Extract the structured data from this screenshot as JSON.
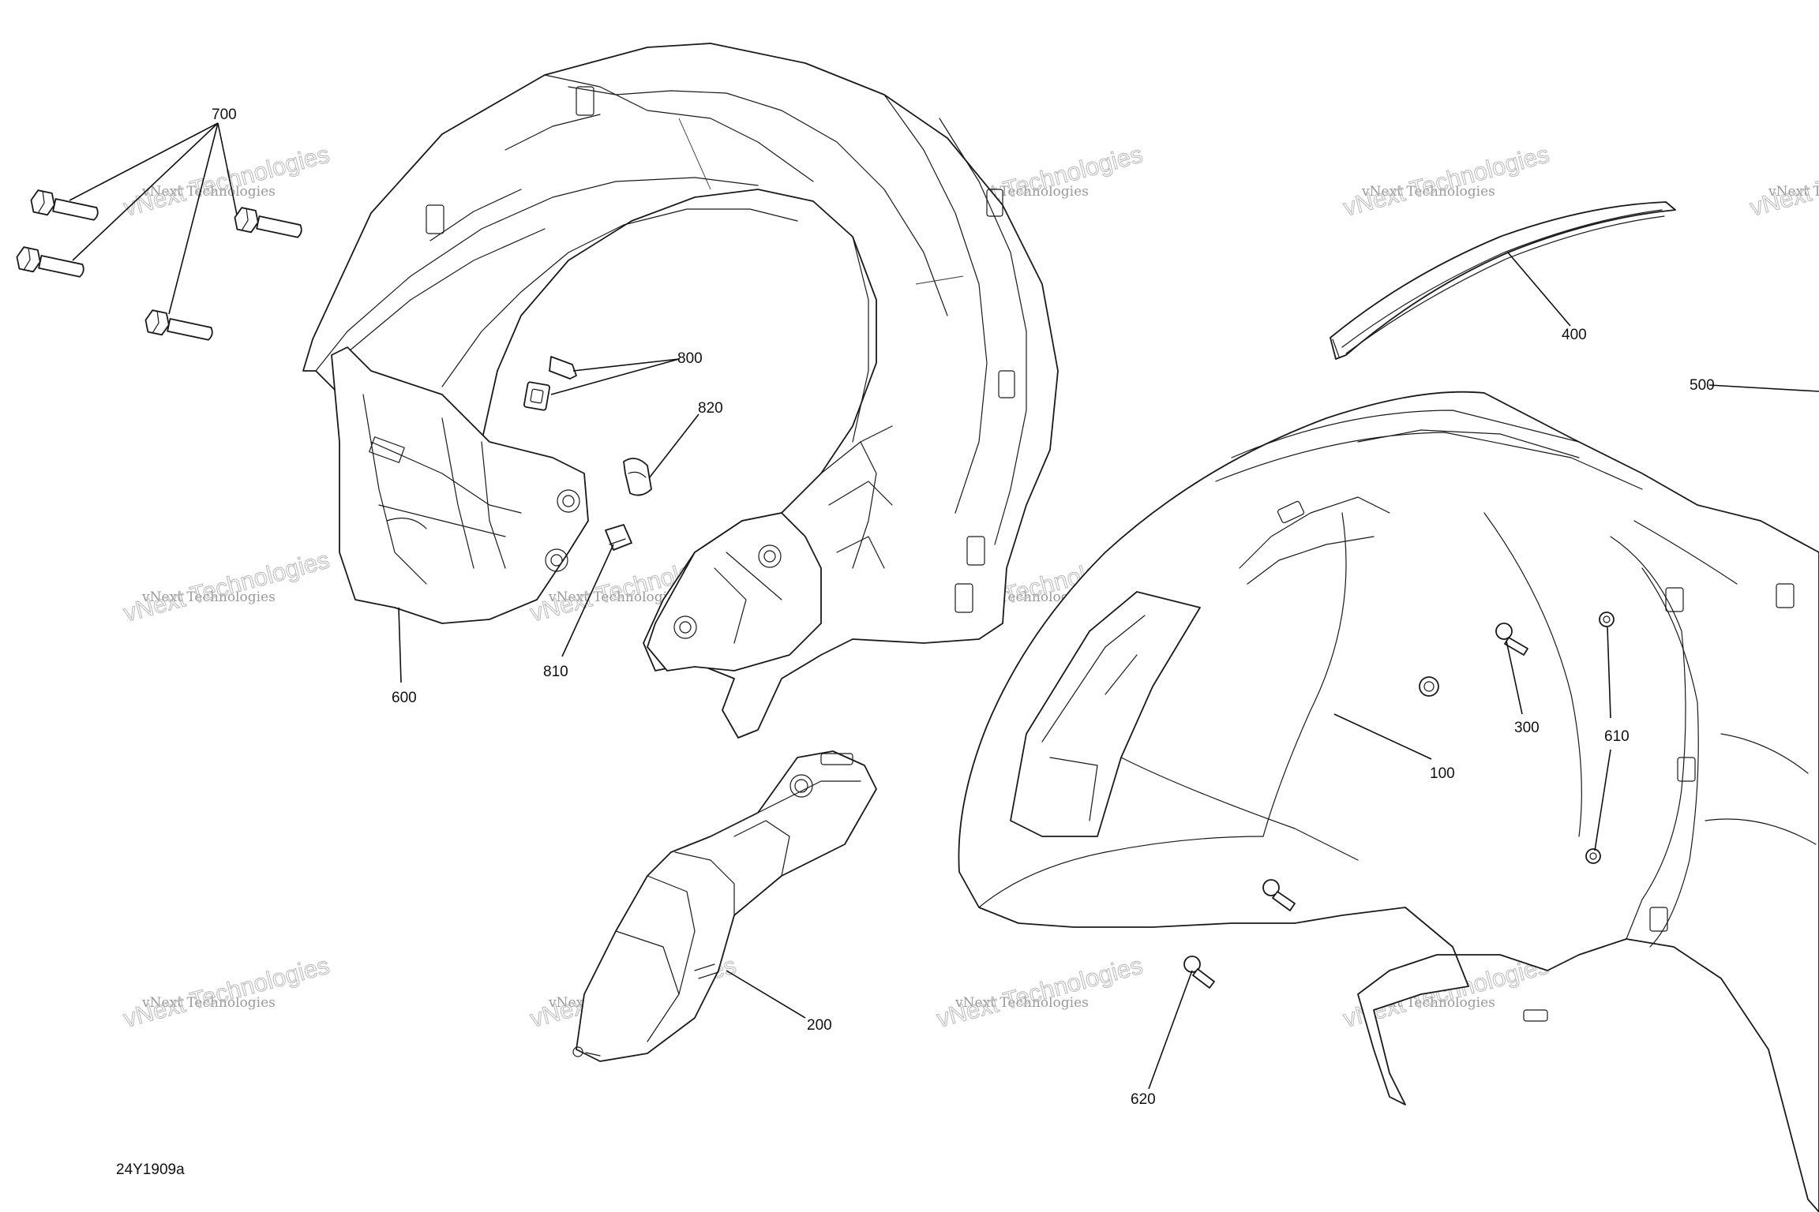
{
  "figure_code": "24Y1909a",
  "watermark": {
    "line1": "vNext Technologies",
    "line2": "vNext Technologies",
    "mark": "vNext"
  },
  "callouts": {
    "c100": "100",
    "c200": "200",
    "c300": "300",
    "c400": "400",
    "c500": "500",
    "c600": "600",
    "c610": "610",
    "c620": "620",
    "c700": "700",
    "c800": "800",
    "c810": "810",
    "c820": "820"
  },
  "colors": {
    "line": "#1a1a1a",
    "watermark": "#9a9a9a",
    "background": "#ffffff"
  }
}
